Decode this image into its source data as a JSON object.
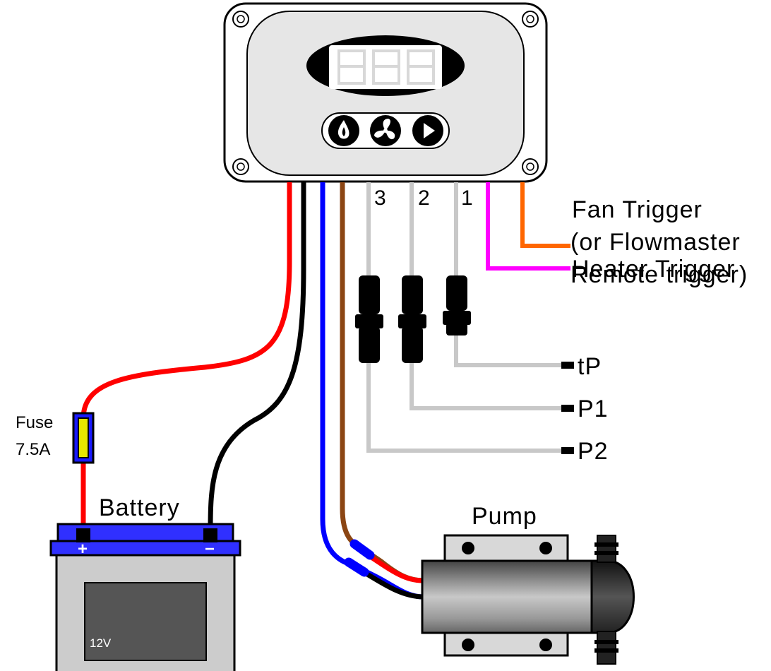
{
  "controller": {
    "display_segments": "888",
    "buttons": [
      "flame-icon",
      "fan-icon",
      "play-icon"
    ],
    "wire_numbers": [
      "3",
      "2",
      "1"
    ]
  },
  "labels": {
    "fan_trigger_1": "Fan  Trigger",
    "fan_trigger_2": "(or  Flowmaster",
    "fan_trigger_3": "Remote  trigger)",
    "heater_trigger": "Heater  Trigger",
    "tp": "tP",
    "p1": "P1",
    "p2": "P2",
    "fuse_1": "Fuse",
    "fuse_2": "7.5A",
    "battery": "Battery",
    "battery_plus": "+",
    "battery_minus": "−",
    "battery_voltage": "12V",
    "pump": "Pump"
  },
  "colors": {
    "red_wire": "#ff0000",
    "black_wire": "#000000",
    "blue_wire": "#0000ff",
    "brown_wire": "#8b4513",
    "grey_wire": "#c8c8c8",
    "magenta_wire": "#ff00ff",
    "orange_wire": "#ff6600",
    "battery_top": "#3030ff",
    "battery_body": "#cccccc",
    "fuse_yellow": "#e6e600"
  }
}
